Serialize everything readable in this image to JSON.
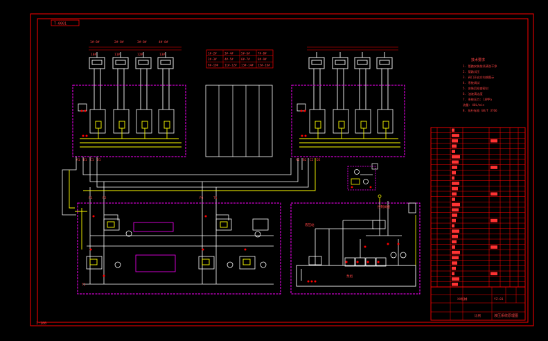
{
  "drawing": {
    "corner_tag": "T-0001",
    "sheet_label": "1:100",
    "group_header_labels": [
      "1#-8#",
      "2#-8#",
      "3#-8#",
      "4#-8#"
    ],
    "top_group_labels": [
      "10#",
      "11#",
      "12#",
      "13#"
    ],
    "left_bus_labels": [
      "A1",
      "B1",
      "C1",
      "D1"
    ],
    "right_bus_labels": [
      "A2",
      "B2",
      "C2",
      "D2"
    ],
    "center_table": {
      "rows": [
        [
          "1#-2#",
          "3#-4#",
          "5#-6#",
          "7#-8#"
        ],
        [
          "2#-3#",
          "4#-5#",
          "6#-7#",
          "8#-9#"
        ],
        [
          "9#-10#",
          "11#-12#",
          "13#-14#",
          "15#-16#"
        ]
      ]
    },
    "lower_labels": [
      "P1",
      "P2",
      "P3",
      "T1",
      "T2"
    ],
    "notes_title": "技术要求",
    "notes": [
      "1. 管路安装前须清洗干净",
      "2. 管路试压",
      "3. 阀门开启方向按图示",
      "4. 系统调试",
      "5. 安装后检查密封",
      "6. 油液清洁度",
      "7. 系统压力: 16MPa",
      "   流量: 40L/min",
      "8. 执行标准 GB/T 3766"
    ],
    "panel_labels": [
      "液压站",
      "泵组",
      "控制阀组"
    ],
    "title_block": {
      "drawing_title": "液压系统原理图",
      "company": "XX机械",
      "scale_label": "比例",
      "sheet_code": "YZ-01"
    },
    "colors": {
      "frame": "#ff0000",
      "box": "#ff00ff",
      "line_white": "#ffffff",
      "line_yellow": "#ffff00",
      "line_red": "#ff0000"
    }
  }
}
